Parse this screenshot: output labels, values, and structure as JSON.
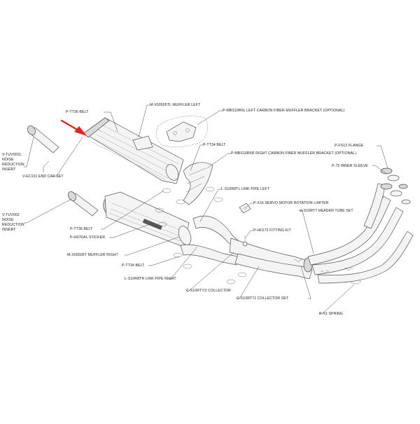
{
  "labels": {
    "tt36_top": "P-TT36  BELT",
    "muffler_left": "M-X00505TL MUFFLER LEFT",
    "bracket_left": "P-MBS10R6L LEFT CARBON FIBER MUFFLER BRACKET  (OPTIONAL)",
    "tt34_top": "P-TT34  BELT",
    "bracket_right": "P-MBS10R6R RIGHT CARBON FIBER MUFFLER BRACKET (OPTIONAL)",
    "fs13": "P-FS13  FLANGE",
    "inner_sleeve": "P-75 INNER SLEEVE",
    "tuv002l_1": "V-TUV002L",
    "tuv002l_2": "NOISE",
    "tuv002l_3": "REDUCTION",
    "tuv002l_4": "INSERT",
    "end_cap": "V-EC101 END CAP SET",
    "link_left": "L-S10R8TL LINK PIPE LEFT",
    "servo": "P-X16  SERVO MOTOR ROTATION LIMITER",
    "header": "H-S10RT7 HEADER TUBE SET",
    "tuv002_1": "V-TUV002",
    "tuv002_2": "NOISE",
    "tuv002_3": "REDUCTION",
    "tuv002_4": "INSERT",
    "tt36_mid": "P-TT36  BELT",
    "sticker": "P-HST6AL STICKER",
    "fitting": "P-HF272 FITTING KIT",
    "muffler_right": "M-X00505T MUFFLER RIGHT",
    "tt34_mid": "P-TT34  BELT",
    "link_right": "L-S10R8TR LINK PIPE RIGHT",
    "collector": "C-S10RT7/2 COLLECTOR",
    "collector_set": "C-S10RT71 COLLECTOR SET",
    "spring": "P-S1 SPRING"
  },
  "colors": {
    "arrow": "#e0231c",
    "line": "#444444"
  },
  "icons": [
    "pointer-arrow-icon"
  ]
}
